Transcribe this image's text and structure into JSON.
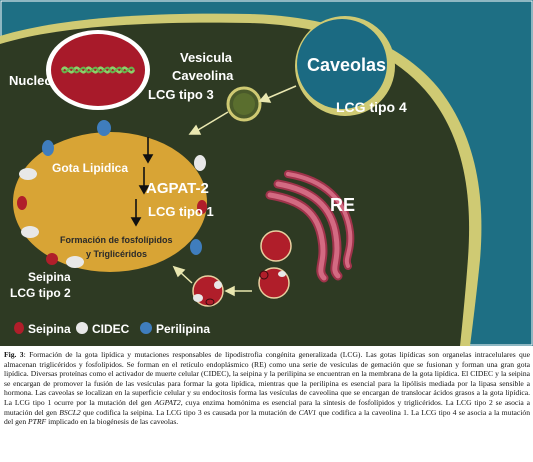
{
  "labels": {
    "nucleo": "Nucleo",
    "vesicula_line1": "Vesicula",
    "vesicula_line2": "Caveolina",
    "lcg3": "LCG tipo 3",
    "caveolas": "Caveolas",
    "lcg4": "LCG tipo 4",
    "gota": "Gota Lipidica",
    "agpat2": "AGPAT-2",
    "lcg1": "LCG tipo 1",
    "formacion_line1": "Formación de fosfolípidos",
    "formacion_line2": "y Triglicéridos",
    "re": "RE",
    "seipina_line1": "Seipina",
    "seipina_line2": "LCG tipo 2"
  },
  "legend": {
    "seipina": "Seipina",
    "cidec": "CIDEC",
    "perilipina": "Perilipina"
  },
  "caption": {
    "label": "Fig. 3",
    "body_a": ": Formación de la gota lipídica y mutaciones responsables de lipodistrofia congénita generalizada (LCG). Las gotas lipídicas son organelas intracelulares que almacenan triglicéridos y fosfolípidos. Se forman en el retículo endoplásmico (RE) como una serie de vesículas de gemación que se fusionan y forman una gran gota lipídica. Diversas proteínas como el activador de muerte celular (CIDEC), la seipina y la perilipina se encuentran en la membrana de la gota lipídica. El CIDEC y la seipina se encargan de promover la fusión de las vesículas para formar la gota lipídica, mientras que la perilipina es esencial para la lipólisis mediada por la lipasa sensible a hormona. Las caveolas se localizan en la superficie celular y su endocitosis forma las vesículas de caveolina que se encargan de translocar ácidos grasos a la gota lipídica. La LCG tipo 1 ocurre por la mutación del gen ",
    "gene1": "AGPAT2",
    "body_b": ", cuya enzima homónima es esencial para la síntesis de fosfolípidos y triglicéridos. La LCG tipo 2 se asocia a mutación del gen ",
    "gene2": "BSCL2",
    "body_c": " que codifica la seipina. La LCG tipo 3 es causada por la mutación de ",
    "gene3": "CAV1",
    "body_d": " que codifica a la caveolina 1. La LCG tipo 4 se asocia a la mutación del gen ",
    "gene4": "PTRF",
    "body_e": " implicado en la biogénesis de las caveolas."
  },
  "colors": {
    "outer_bg": "#1e6f84",
    "cell": "#2e3a23",
    "membrane": "#cfca73",
    "caveola": "#1b6a82",
    "droplet": "#d8a435",
    "seipina": "#b01e2a",
    "cidec": "#e8e8e8",
    "perilipina": "#3f7dbd",
    "re": "#c8506a"
  }
}
